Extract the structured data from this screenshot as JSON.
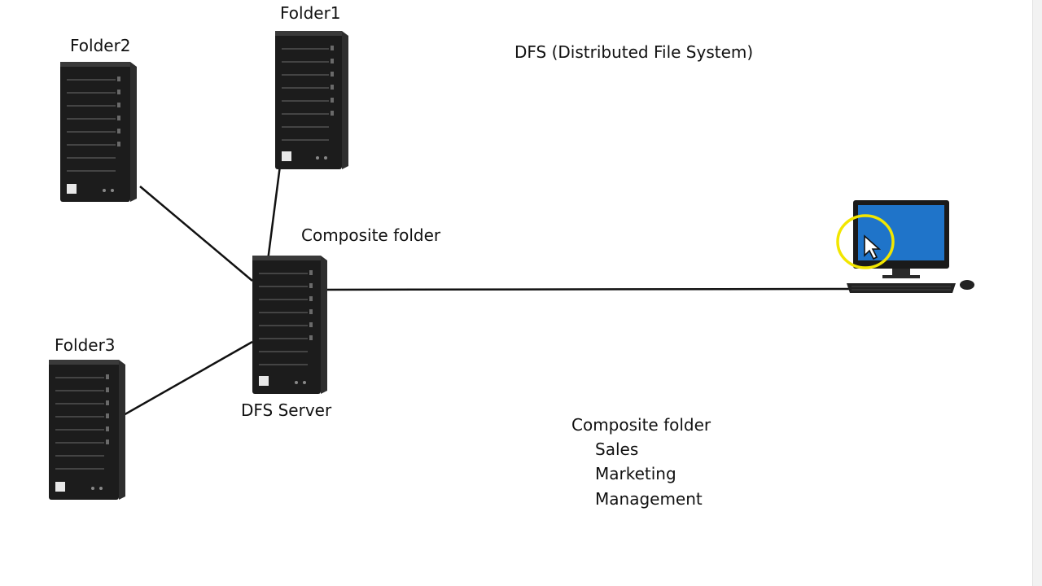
{
  "diagram": {
    "title": "DFS (Distributed File System)",
    "nodes": {
      "folder1": "Folder1",
      "folder2": "Folder2",
      "folder3": "Folder3",
      "composite_caption": "Composite folder",
      "dfs_server": "DFS Server"
    },
    "composite_tree": {
      "root": "Composite folder",
      "children": [
        "Sales",
        "Marketing",
        "Management"
      ]
    }
  },
  "colors": {
    "tower_body": "#1c1c1c",
    "link_line": "#111111",
    "monitor_screen": "#1f74c9",
    "pointer_ring": "#f2e600"
  },
  "icons": [
    "server-tower-icon",
    "desktop-computer-icon",
    "mouse-pointer-icon"
  ]
}
